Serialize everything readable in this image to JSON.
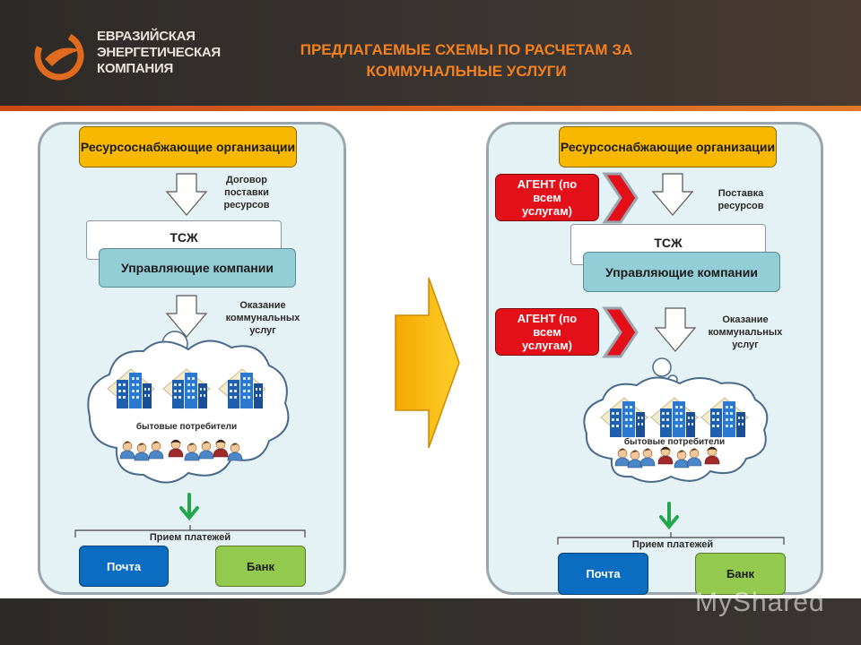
{
  "header": {
    "logo_lines": [
      "ЕВРАЗИЙСКАЯ",
      "ЭНЕРГЕТИЧЕСКАЯ",
      "КОМПАНИЯ"
    ],
    "title_line1": "ПРЕДЛАГАЕМЫЕ СХЕМЫ ПО РАСЧЕТАМ ЗА",
    "title_line2": "КОММУНАЛЬНЫЕ УСЛУГИ"
  },
  "left": {
    "supplier": "Ресурсоснабжающие организации",
    "contract_label": "Договор поставки ресурсов",
    "hoa": "ТСЖ",
    "management": "Управляющие компании",
    "service_label": "Оказание коммунальных услуг",
    "consumers": "бытовые потребители",
    "payments_label": "Прием платежей",
    "post": "Почта",
    "bank": "Банк"
  },
  "right": {
    "supplier": "Ресурсоснабжающие организации",
    "agent_top": "АГЕНТ (по всем услугам)",
    "supply_label": "Поставка ресурсов",
    "hoa": "ТСЖ",
    "management": "Управляющие компании",
    "agent_bottom": "АГЕНТ (по всем услугам)",
    "service_label": "Оказание коммунальных услуг",
    "consumers": "бытовые потребители",
    "payments_label": "Прием платежей",
    "post": "Почта",
    "bank": "Банк"
  },
  "watermark": "MyShared",
  "colors": {
    "title": "#f3811e",
    "supplier": "#f8b800",
    "management": "#93cdd6",
    "agent": "#e3101a",
    "post": "#0a6dc2",
    "bank": "#93c94d",
    "arrow_green": "#22a84a",
    "big_arrow": "#f8b800"
  }
}
